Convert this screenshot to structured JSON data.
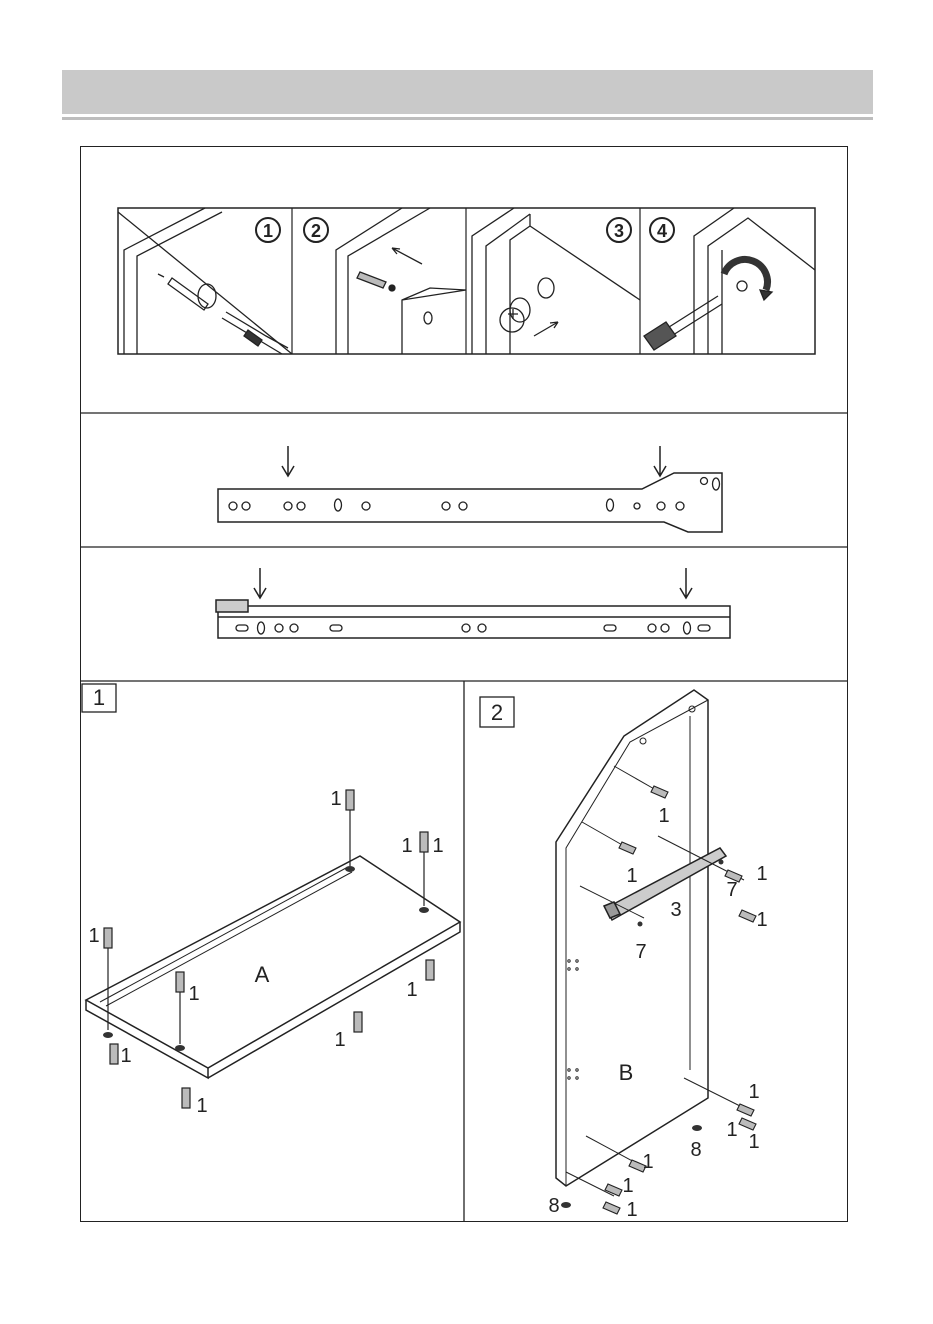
{
  "steps_strip": {
    "step_numbers": [
      "1",
      "2",
      "3",
      "4"
    ]
  },
  "panels": [
    {
      "number": "1",
      "part_label": "A",
      "callouts": [
        "1",
        "1",
        "1",
        "1",
        "1",
        "1",
        "1",
        "1",
        "1"
      ]
    },
    {
      "number": "2",
      "part_label": "B",
      "callouts": [
        "1",
        "1",
        "7",
        "1",
        "3",
        "7",
        "1",
        "1",
        "8",
        "1",
        "1",
        "1",
        "1",
        "1",
        "8"
      ]
    }
  ]
}
